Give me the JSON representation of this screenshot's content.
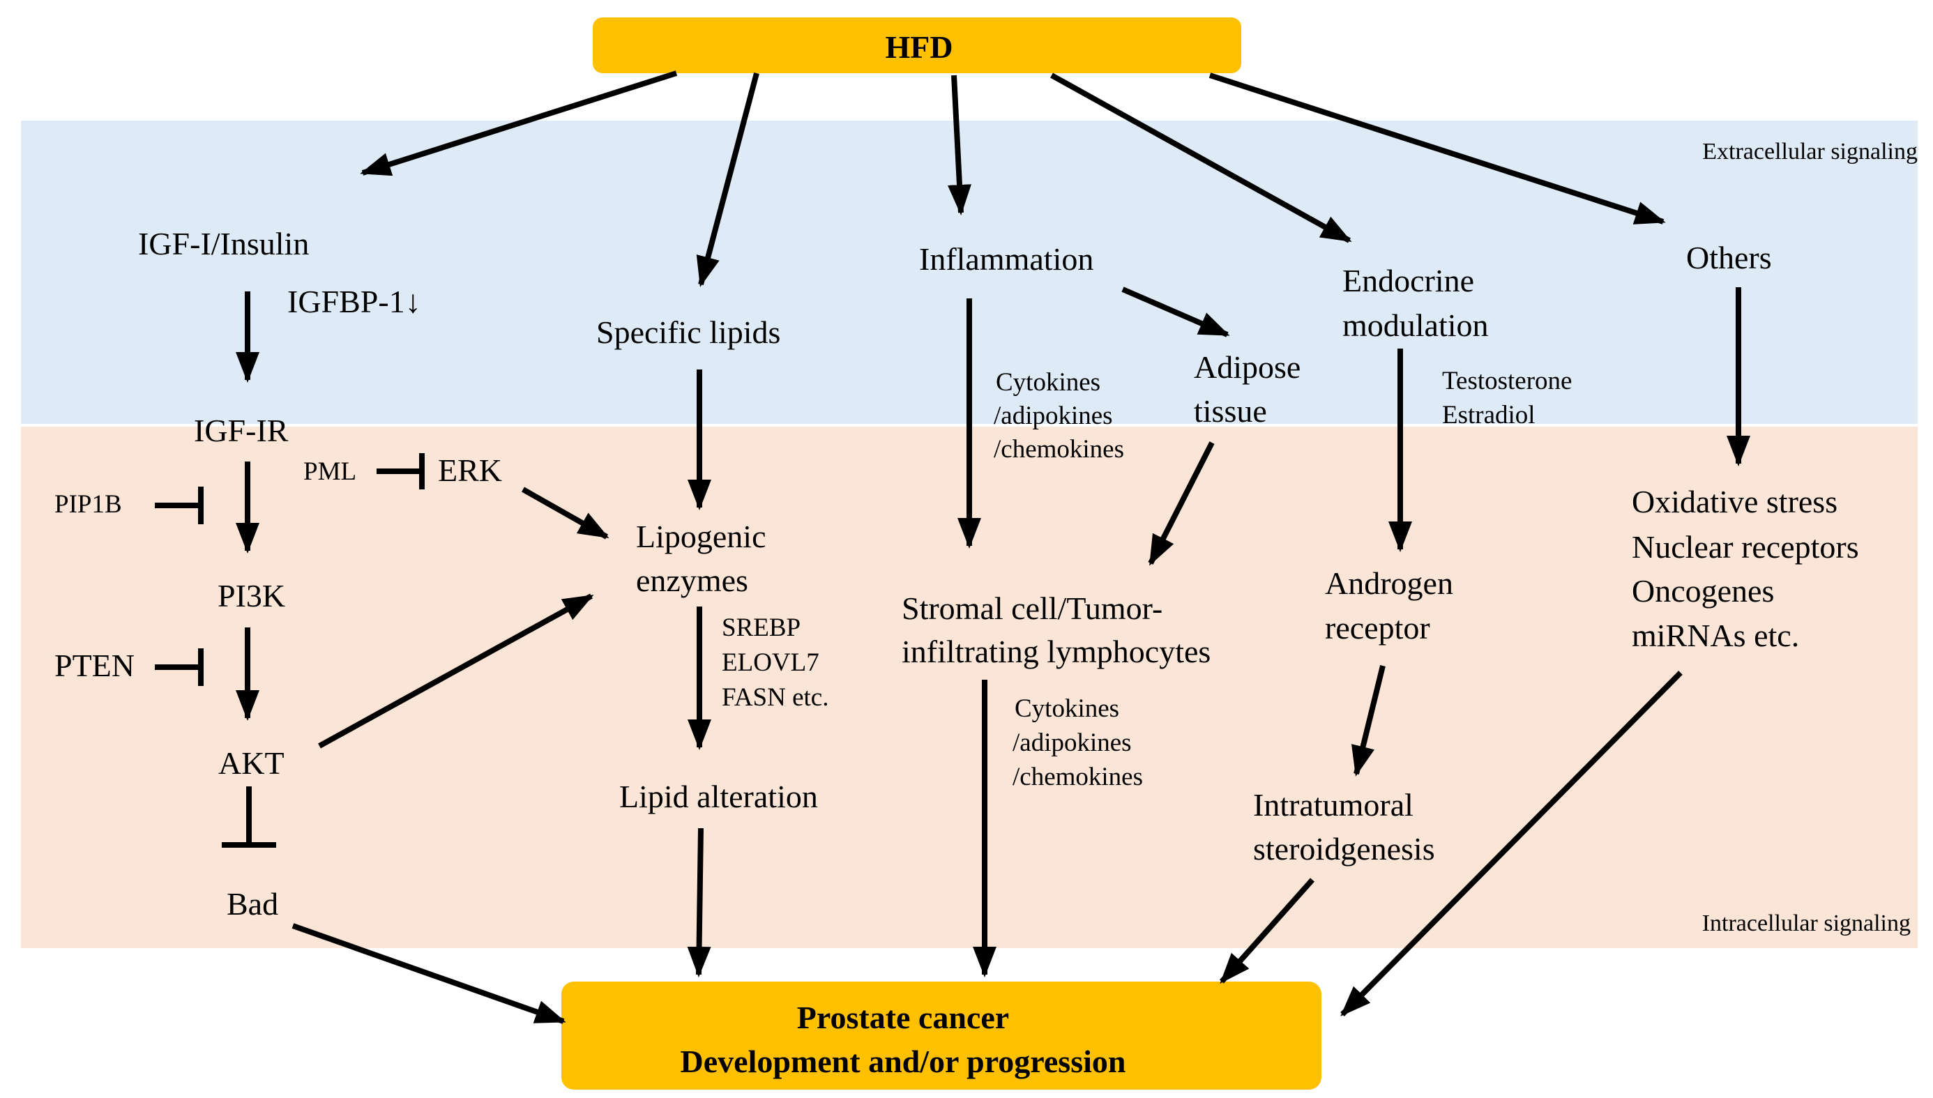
{
  "colors": {
    "extracellular_bg": "#deebf7",
    "intracellular_bg": "#fbe5d6",
    "box_fill": "#ffc000",
    "line": "#000000"
  },
  "top_box": {
    "label": "HFD"
  },
  "bottom_box": {
    "line1": "Prostate cancer",
    "line2": "Development and/or progression"
  },
  "regions": {
    "extracellular": "Extracellular signaling",
    "intracellular": "Intracellular signaling"
  },
  "nodes": {
    "igf_insulin": "IGF-I/Insulin",
    "igfbp1": "IGFBP-1↓",
    "igf_ir": "IGF-IR",
    "pip1b": "PIP1B",
    "pml": "PML",
    "erk": "ERK",
    "pi3k": "PI3K",
    "pten": "PTEN",
    "akt": "AKT",
    "bad": "Bad",
    "specific_lipids": "Specific lipids",
    "lipogenic_1": "Lipogenic",
    "lipogenic_2": "enzymes",
    "srebp": "SREBP",
    "elovl7": "ELOVL7",
    "fasn": "FASN etc.",
    "lipid_alteration": "Lipid alteration",
    "inflammation": "Inflammation",
    "cytokines1_1": "Cytokines",
    "cytokines1_2": "/adipokines",
    "cytokines1_3": "/chemokines",
    "adipose_1": "Adipose",
    "adipose_2": "tissue",
    "stromal_1": "Stromal cell/Tumor-",
    "stromal_2": "infiltrating lymphocytes",
    "cytokines2_1": "Cytokines",
    "cytokines2_2": "/adipokines",
    "cytokines2_3": "/chemokines",
    "endocrine_1": "Endocrine",
    "endocrine_2": "modulation",
    "testosterone": "Testosterone",
    "estradiol": "Estradiol",
    "androgen_1": "Androgen",
    "androgen_2": "receptor",
    "intratumoral_1": "Intratumoral",
    "intratumoral_2": "steroidgenesis",
    "others": "Others",
    "oxidative": "Oxidative stress",
    "nuclear": "Nuclear receptors",
    "oncogenes": "Oncogenes",
    "mirnas": "miRNAs etc."
  }
}
